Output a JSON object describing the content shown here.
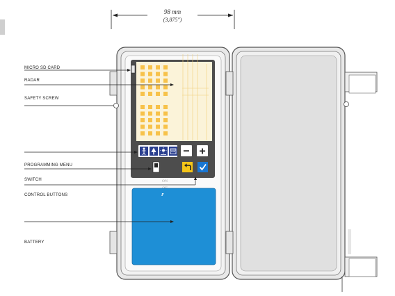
{
  "dimension": {
    "value": "98 mm",
    "imperial": "(3,875\")"
  },
  "labels": {
    "micro_sd": "MICRO SD CARD",
    "radar": "RADAR",
    "safety_screw": "SAFETY SCREW",
    "programming_menu": "PROGRAMMING MENU",
    "switch": "SWITCH",
    "control_buttons": "CONTROL BUTTONS",
    "battery": "BATTERY"
  },
  "switch_states": {
    "on": "ON",
    "of": "OF",
    "f": "F"
  },
  "button_symbols": {
    "minus": "−",
    "plus": "+"
  },
  "colors": {
    "panel": "#4d4d4d",
    "screen": "#fbf3d9",
    "led": "#f7c24a",
    "menu_icon": "#2a3f8f",
    "battery": "#1e8fd6",
    "back_button": "#f5c518",
    "ok_button": "#1976d2"
  },
  "icons": [
    "person-icon",
    "tree-icon",
    "sun-icon",
    "calendar-icon"
  ]
}
